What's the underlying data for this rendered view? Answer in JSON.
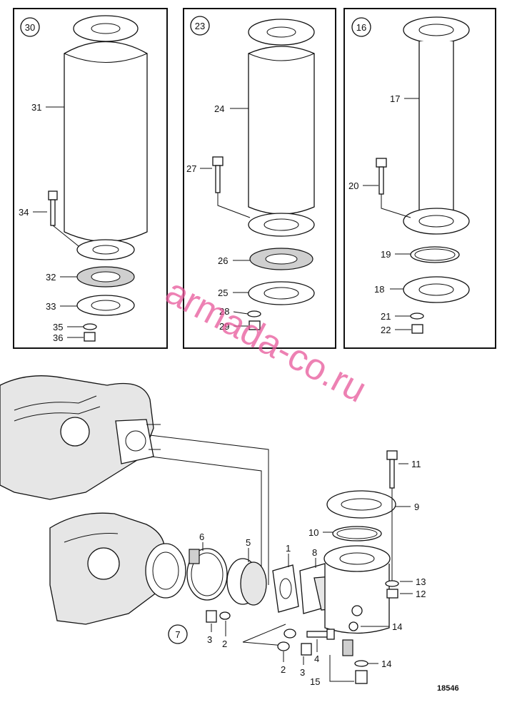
{
  "panels": [
    {
      "badge": "30"
    },
    {
      "badge": "23"
    },
    {
      "badge": "16"
    }
  ],
  "bottom_badge": "7",
  "labels": {
    "p31": "31",
    "p34": "34",
    "p32": "32",
    "p33": "33",
    "p35": "35",
    "p36": "36",
    "p24": "24",
    "p27": "27",
    "p26": "26",
    "p25": "25",
    "p28": "28",
    "p29": "29",
    "p17": "17",
    "p20": "20",
    "p19": "19",
    "p18": "18",
    "p21": "21",
    "p22": "22",
    "p11": "11",
    "p9": "9",
    "p10": "10",
    "p13": "13",
    "p12": "12",
    "p14a": "14",
    "p14b": "14",
    "p15": "15",
    "p6": "6",
    "p5": "5",
    "p1": "1",
    "p8": "8",
    "p3a": "3",
    "p2a": "2",
    "p4": "4",
    "p2b": "2",
    "p3b": "3"
  },
  "watermark": "armada-co.ru",
  "doc_id": "18546"
}
